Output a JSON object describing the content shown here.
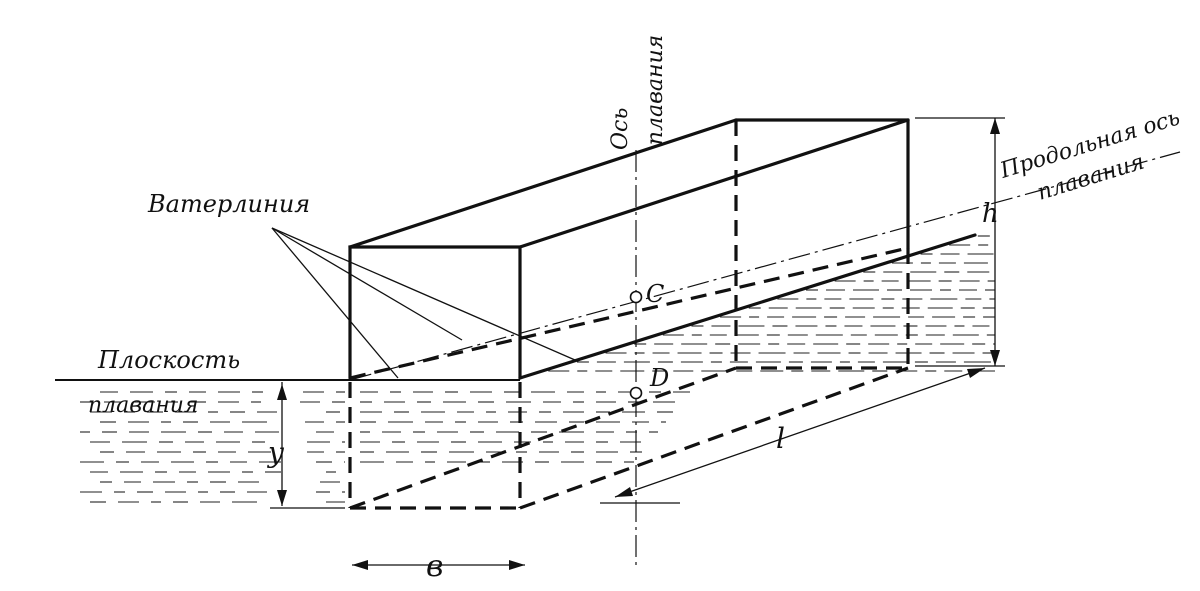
{
  "labels": {
    "axis_of_flotation_line1": "Ось",
    "axis_of_flotation_line2": "плавания",
    "longitudinal_axis_line1": "Продольная ось",
    "longitudinal_axis_line2": "плавания",
    "waterline": "Ватерлиния",
    "plane_line1": "Плоскость",
    "plane_line2": "плавания",
    "point_c": "C",
    "point_d": "D",
    "dim_h": "h",
    "dim_l": "l",
    "dim_y": "y",
    "dim_b": "в"
  }
}
